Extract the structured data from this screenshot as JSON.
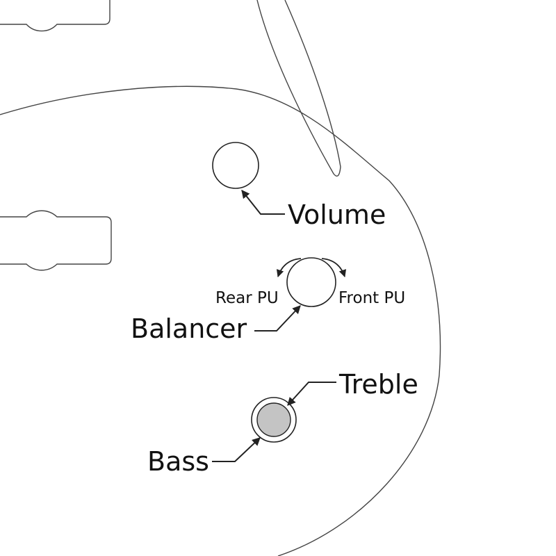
{
  "labels": {
    "volume": "Volume",
    "balancer": "Balancer",
    "rear_pu": "Rear PU",
    "front_pu": "Front PU",
    "treble": "Treble",
    "bass": "Bass"
  },
  "colors": {
    "line": "#222222",
    "body_outline": "#444444",
    "bass_knob_fill": "#c4c4c4",
    "background": "#ffffff"
  }
}
